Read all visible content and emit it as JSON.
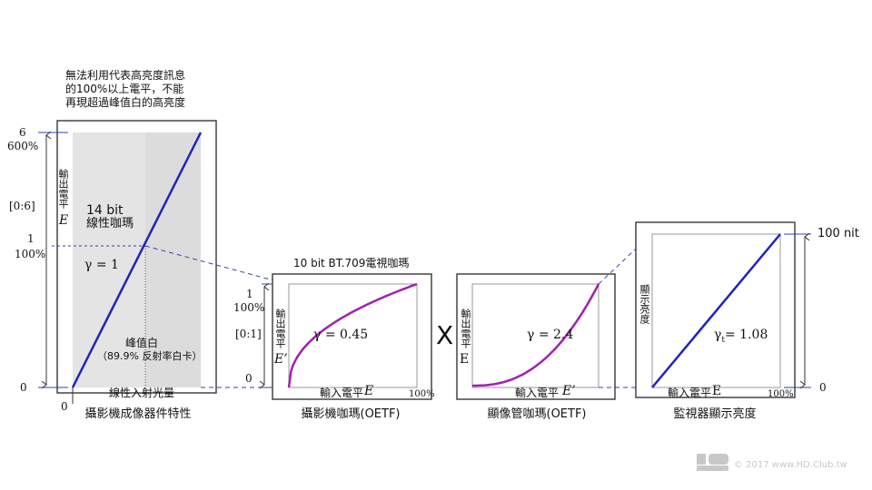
{
  "colors": {
    "linear": "#2222bb",
    "gamma": "#a020b0",
    "guide": "#3344aa",
    "frame": "#444444",
    "shade": "#e4e4e4"
  },
  "panel1": {
    "note": [
      "無法利用代表高亮度訊息",
      "的100%以上電平，不能",
      "再現超過峰值白的高亮度"
    ],
    "y_max": "6",
    "y_max_pct": "600%",
    "y_range": "[0:6]",
    "y_var": "E",
    "y_one": "1",
    "y_one_pct": "100%",
    "y_zero": "0",
    "x_zero": "0",
    "y_axis_label": "輸出電平",
    "bit_label": "14 bit",
    "gamma_name": "線性咖瑪",
    "gamma": "γ = 1",
    "peak_white": "峰值白",
    "peak_white_note": "（89.9% 反射率白卡）",
    "x_axis_label": "線性入射光量",
    "caption": "攝影機成像器件特性"
  },
  "panel2": {
    "title": "10 bit BT.709電視咖瑪",
    "y_one": "1",
    "y_one_pct": "100%",
    "y_range": "[0:1]",
    "y_zero": "0",
    "y_axis_label": "輸出電平",
    "y_var": "E’",
    "gamma": "γ = 0.45",
    "x_axis_label": "輸入電平",
    "x_var": "E",
    "x_max": "100%",
    "caption": "攝影機咖瑪(OETF)"
  },
  "operator": "X",
  "panel3": {
    "y_axis_label": "輸出電平",
    "y_var": "E",
    "gamma": "γ = 2.4",
    "x_axis_label": "輸入電平",
    "x_var": "E’",
    "caption": "顯像管咖瑪(OETF)"
  },
  "panel4": {
    "y_axis_label": "顯示亮度",
    "gamma_sym": "γ",
    "gamma_sub": "t",
    "gamma_val": "= 1.08",
    "x_axis_label": "輸入電平",
    "x_var": "E",
    "x_max": "100%",
    "y_max": "100 nit",
    "y_zero": "0",
    "caption": "監視器顯示亮度"
  },
  "watermark": {
    "logo": "HD CLUB",
    "text": "© 2017 www.HD.Club.tw"
  }
}
